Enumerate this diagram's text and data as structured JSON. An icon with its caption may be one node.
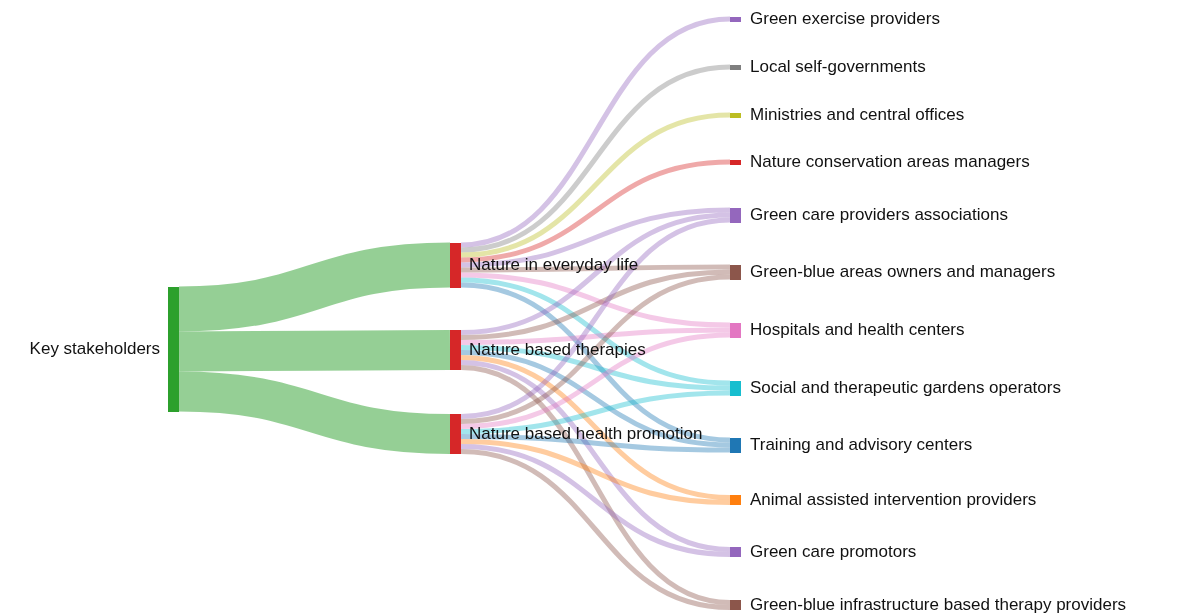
{
  "diagram": {
    "nodes": [
      {
        "text": [
          "Key stakeholders"
        ]
      },
      {
        "text": [
          "Nature in everyday life"
        ]
      },
      {
        "text": [
          "Nature based therapies"
        ]
      },
      {
        "text": [
          "Nature based health promotion"
        ]
      },
      {
        "text": [
          "Green exercise providers"
        ]
      },
      {
        "text": [
          "Local self-governments"
        ]
      },
      {
        "text": [
          "Ministries and central offices"
        ]
      },
      {
        "text": [
          "Nature conservation areas managers"
        ]
      },
      {
        "text": [
          "Green care providers associations"
        ]
      },
      {
        "text": [
          "Green-blue areas owners and managers"
        ]
      },
      {
        "text": [
          "Hospitals and health centers"
        ]
      },
      {
        "text": [
          "Social and therapeutic gardens operators"
        ]
      },
      {
        "text": [
          "Training and advisory centers"
        ]
      },
      {
        "text": [
          "Animal assisted intervention providers"
        ]
      },
      {
        "text": [
          "Green care promotors"
        ]
      },
      {
        "text": [
          "Green-blue infrastructure based therapy providers"
        ]
      }
    ],
    "edges": [
      {
        "from": 0,
        "to": 1,
        "arrow": "none",
        "color": "#2ca02c",
        "style": "thick"
      },
      {
        "from": 0,
        "to": 2,
        "arrow": "none",
        "color": "#2ca02c",
        "style": "thick"
      },
      {
        "from": 0,
        "to": 3,
        "arrow": "none",
        "color": "#2ca02c",
        "style": "thick"
      },
      {
        "from": 1,
        "to": 4,
        "arrow": "none",
        "color": "#9467bd"
      },
      {
        "from": 1,
        "to": 5,
        "arrow": "none",
        "color": "#7f7f7f"
      },
      {
        "from": 1,
        "to": 6,
        "arrow": "none",
        "color": "#bcbd22"
      },
      {
        "from": 1,
        "to": 7,
        "arrow": "none",
        "color": "#d62728"
      },
      {
        "from": 1,
        "to": 8,
        "arrow": "none",
        "color": "#9467bd"
      },
      {
        "from": 1,
        "to": 9,
        "arrow": "none",
        "color": "#8c564b"
      },
      {
        "from": 1,
        "to": 10,
        "arrow": "none",
        "color": "#e377c2"
      },
      {
        "from": 1,
        "to": 11,
        "arrow": "none",
        "color": "#17becf"
      },
      {
        "from": 1,
        "to": 12,
        "arrow": "none",
        "color": "#1f77b4"
      },
      {
        "from": 2,
        "to": 8,
        "arrow": "none",
        "color": "#9467bd"
      },
      {
        "from": 2,
        "to": 9,
        "arrow": "none",
        "color": "#8c564b"
      },
      {
        "from": 2,
        "to": 10,
        "arrow": "none",
        "color": "#e377c2"
      },
      {
        "from": 2,
        "to": 11,
        "arrow": "none",
        "color": "#17becf"
      },
      {
        "from": 2,
        "to": 12,
        "arrow": "none",
        "color": "#1f77b4"
      },
      {
        "from": 2,
        "to": 13,
        "arrow": "none",
        "color": "#ff7f0e"
      },
      {
        "from": 2,
        "to": 14,
        "arrow": "none",
        "color": "#9467bd"
      },
      {
        "from": 2,
        "to": 15,
        "arrow": "none",
        "color": "#8c564b"
      },
      {
        "from": 3,
        "to": 8,
        "arrow": "none",
        "color": "#9467bd"
      },
      {
        "from": 3,
        "to": 9,
        "arrow": "none",
        "color": "#8c564b"
      },
      {
        "from": 3,
        "to": 10,
        "arrow": "none",
        "color": "#e377c2"
      },
      {
        "from": 3,
        "to": 11,
        "arrow": "none",
        "color": "#17becf"
      },
      {
        "from": 3,
        "to": 12,
        "arrow": "none",
        "color": "#1f77b4"
      },
      {
        "from": 3,
        "to": 13,
        "arrow": "none",
        "color": "#ff7f0e"
      },
      {
        "from": 3,
        "to": 14,
        "arrow": "none",
        "color": "#9467bd"
      },
      {
        "from": 3,
        "to": 15,
        "arrow": "none",
        "color": "#8c564b"
      }
    ]
  }
}
